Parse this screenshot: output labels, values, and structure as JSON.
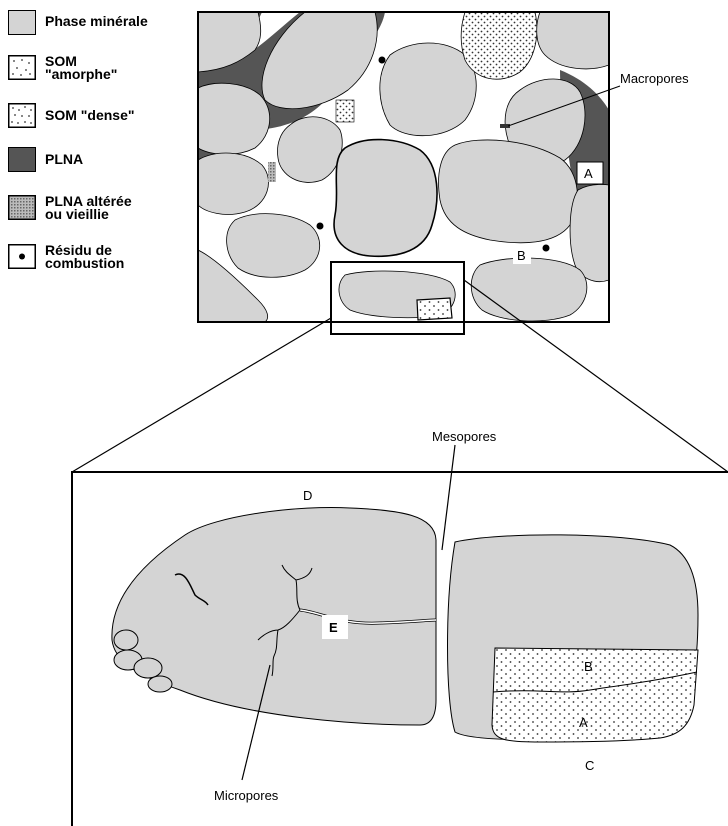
{
  "legend": [
    {
      "key": "phase_minerale",
      "label": "Phase minérale"
    },
    {
      "key": "som_amorphe",
      "label": "SOM\n\"amorphe\""
    },
    {
      "key": "som_dense",
      "label": "SOM \"dense\""
    },
    {
      "key": "plna",
      "label": "PLNA"
    },
    {
      "key": "plna_alteree",
      "label": "PLNA altérée\nou vieillie"
    },
    {
      "key": "residu",
      "label": "Résidu de\ncombustion"
    }
  ],
  "labels": {
    "macropores": "Macropores",
    "mesopores": "Mesopores",
    "micropores": "Micropores",
    "a_top": "A",
    "b_top": "B",
    "a_bottom": "A",
    "b_bottom": "B",
    "c": "C",
    "d": "D",
    "e": "E"
  },
  "colors": {
    "mineral": "#d4d4d4",
    "plna": "#555555",
    "outline": "#000000",
    "som_dot": "#333333"
  }
}
